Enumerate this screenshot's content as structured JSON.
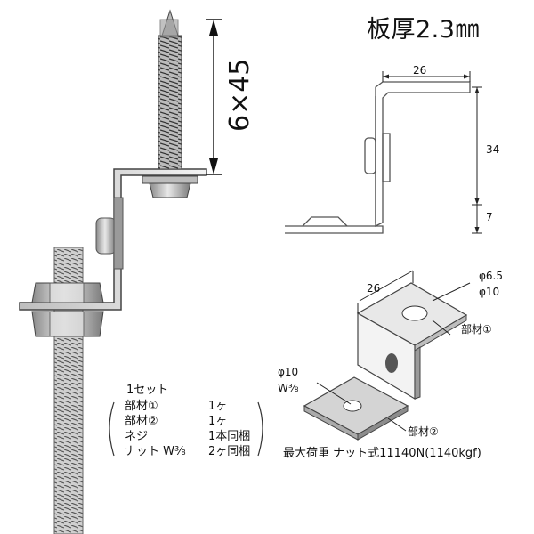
{
  "title": "板厚2.3㎜",
  "screw_length": "6×45",
  "top_view": {
    "width": "26",
    "height": "34",
    "foot": "7"
  },
  "iso_view": {
    "width": "26",
    "hole_small": "φ6.5",
    "hole_large": "φ10",
    "part1": "部材①",
    "part2": "部材②",
    "side_hole": "φ10",
    "side_thread": "W⅜"
  },
  "set_list": {
    "heading": "1セット",
    "rows": [
      {
        "item": "部材①",
        "qty": "1ヶ"
      },
      {
        "item": "部材②",
        "qty": "1ヶ"
      },
      {
        "item": "ネジ",
        "qty": "1本同梱"
      },
      {
        "item": "ナット W⅜",
        "qty": "2ヶ同梱"
      }
    ]
  },
  "max_load": "最大荷重 ナット式11140N(1140kgf)"
}
